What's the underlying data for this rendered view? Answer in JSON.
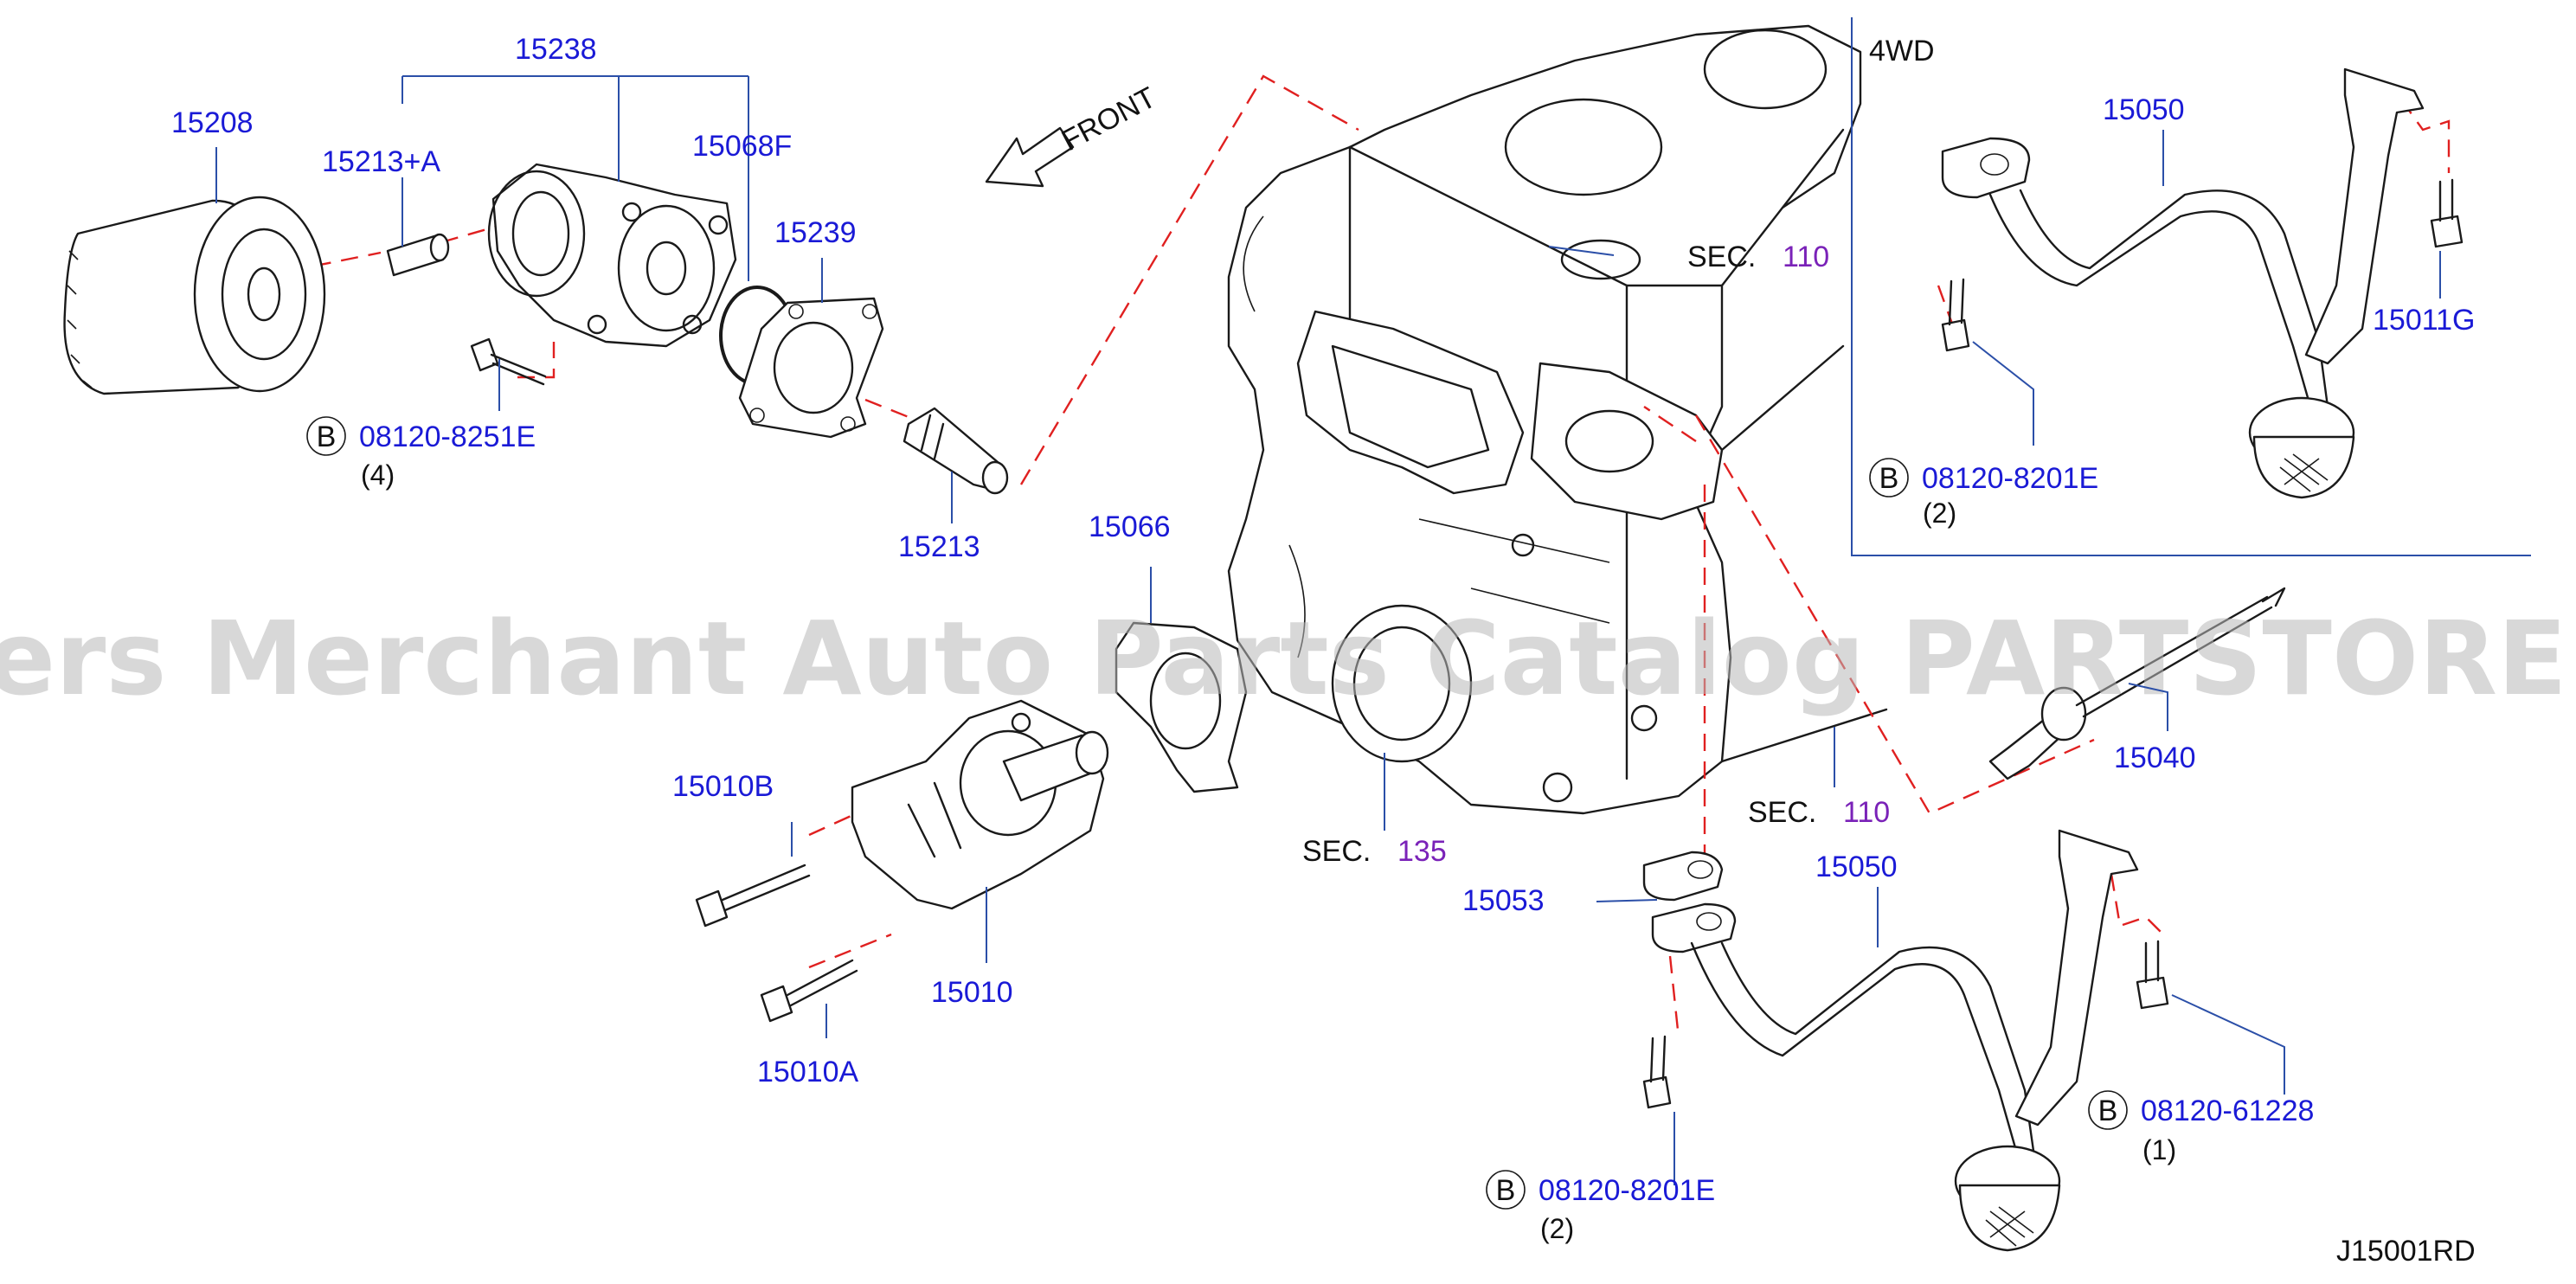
{
  "watermark": "Offers Merchant Auto Parts Catalog PARTSTORE.SA",
  "diagram_id": "J15001RD",
  "direction_label": "FRONT",
  "inset": {
    "label": "4WD"
  },
  "bolt_symbol": "B",
  "parts": {
    "p15238": "15238",
    "p15208": "15208",
    "p15213A": "15213+A",
    "p15068F": "15068F",
    "p15239": "15239",
    "p15213": "15213",
    "p15066": "15066",
    "p15010B": "15010B",
    "p15010": "15010",
    "p15010A": "15010A",
    "p15053": "15053",
    "p15050": "15050",
    "p15050_4wd": "15050",
    "p15011G": "15011G",
    "p15040": "15040"
  },
  "bolts": [
    {
      "code": "08120-8251E",
      "qty": "(4)"
    },
    {
      "code": "08120-8201E",
      "qty": "(2)"
    },
    {
      "code": "08120-8201E",
      "qty": "(2)"
    },
    {
      "code": "08120-61228",
      "qty": "(1)"
    }
  ],
  "sections": [
    {
      "prefix": "SEC.",
      "number": "110"
    },
    {
      "prefix": "SEC.",
      "number": "110"
    },
    {
      "prefix": "SEC.",
      "number": "135"
    }
  ],
  "colors": {
    "part_number": "#1a1ad6",
    "section_number": "#7a22b8",
    "leader": "#2b4fa8",
    "guide_line": "#e02020"
  }
}
